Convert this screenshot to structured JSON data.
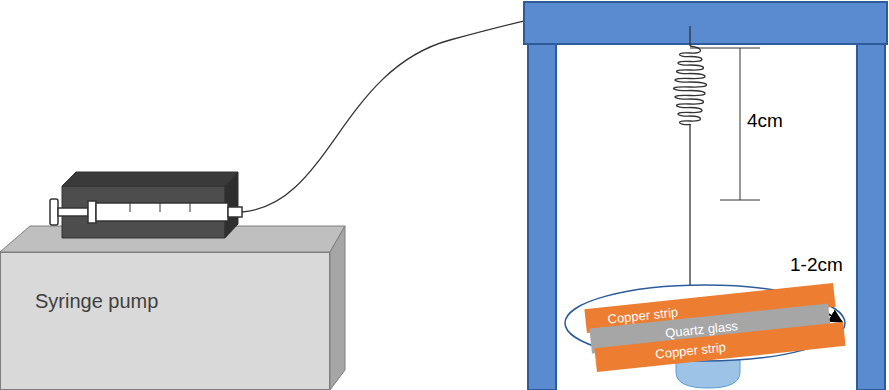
{
  "diagram": {
    "nodes": [
      {
        "text": [
          "Syringe pump"
        ]
      },
      {
        "text": [
          "Copper strip"
        ]
      },
      {
        "text": [
          "Quartz glass"
        ]
      },
      {
        "text": [
          "Copper strip"
        ]
      }
    ],
    "labels": [
      "4cm",
      "1-2cm"
    ]
  }
}
